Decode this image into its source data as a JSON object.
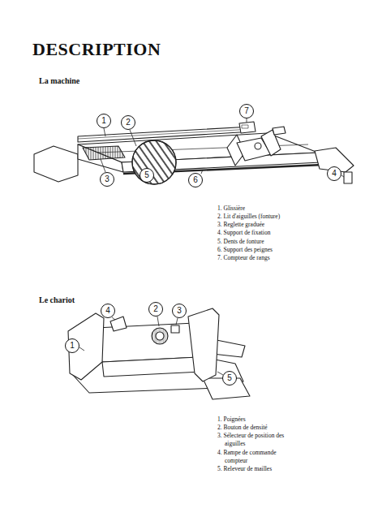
{
  "diagram": {
    "title": "DESCRIPTION",
    "nodes": [
      {
        "text": [
          "1"
        ]
      },
      {
        "text": [
          "2"
        ]
      },
      {
        "text": [
          "3"
        ]
      },
      {
        "text": [
          "4"
        ]
      },
      {
        "text": [
          "5"
        ]
      },
      {
        "text": [
          "6"
        ]
      },
      {
        "text": [
          "7"
        ]
      },
      {
        "text": [
          "1"
        ]
      },
      {
        "text": [
          "2"
        ]
      },
      {
        "text": [
          "3"
        ]
      },
      {
        "text": [
          "4"
        ]
      },
      {
        "text": [
          "5"
        ]
      }
    ],
    "labels": [
      "La machine",
      "1. Glissière",
      "2. Lit d'aiguilles (fonture)",
      "3. Reglette graduée",
      "4. Support de fixation",
      "5. Dents de fonture",
      "6. Support des peignes",
      "7. Compteur de rangs",
      "Le chariot",
      "1. Poignées",
      "2. Bouton de densité",
      "3. Sélecteur de position des aiguilles",
      "4. Rampe de commande compteur",
      "5. Releveur de mailles"
    ]
  }
}
